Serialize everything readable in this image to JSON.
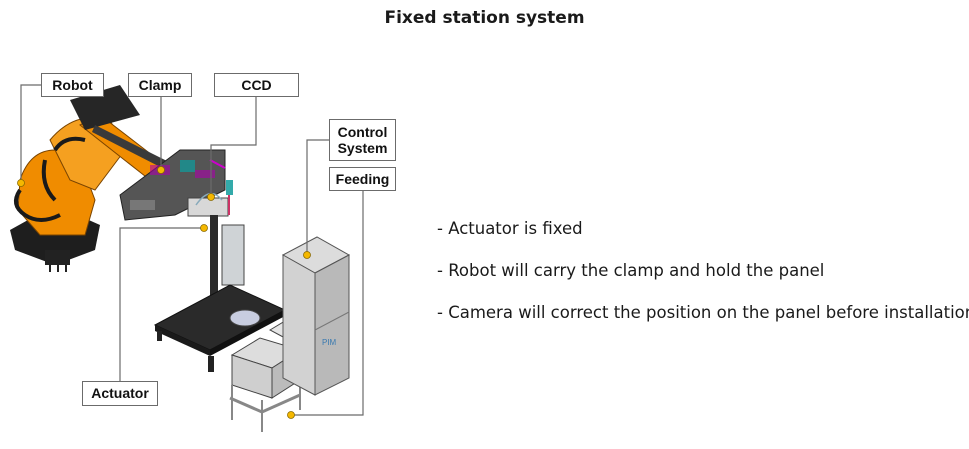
{
  "title": "Fixed station system",
  "labels": {
    "robot": "Robot",
    "clamp": "Clamp",
    "ccd": "CCD",
    "control_system_line1": "Control",
    "control_system_line2": "System",
    "feeding": "Feeding",
    "actuator": "Actuator"
  },
  "bullets": [
    "- Actuator is fixed",
    "- Robot will carry the clamp and hold the panel",
    "- Camera will correct the position on the panel before installation"
  ],
  "colors": {
    "robot_orange": "#f08c00",
    "marker_yellow": "#f5b800",
    "leader_line": "#6b6b6b",
    "cabinet_gray": "#c8c8c8",
    "base_black": "#2a2a2a"
  }
}
